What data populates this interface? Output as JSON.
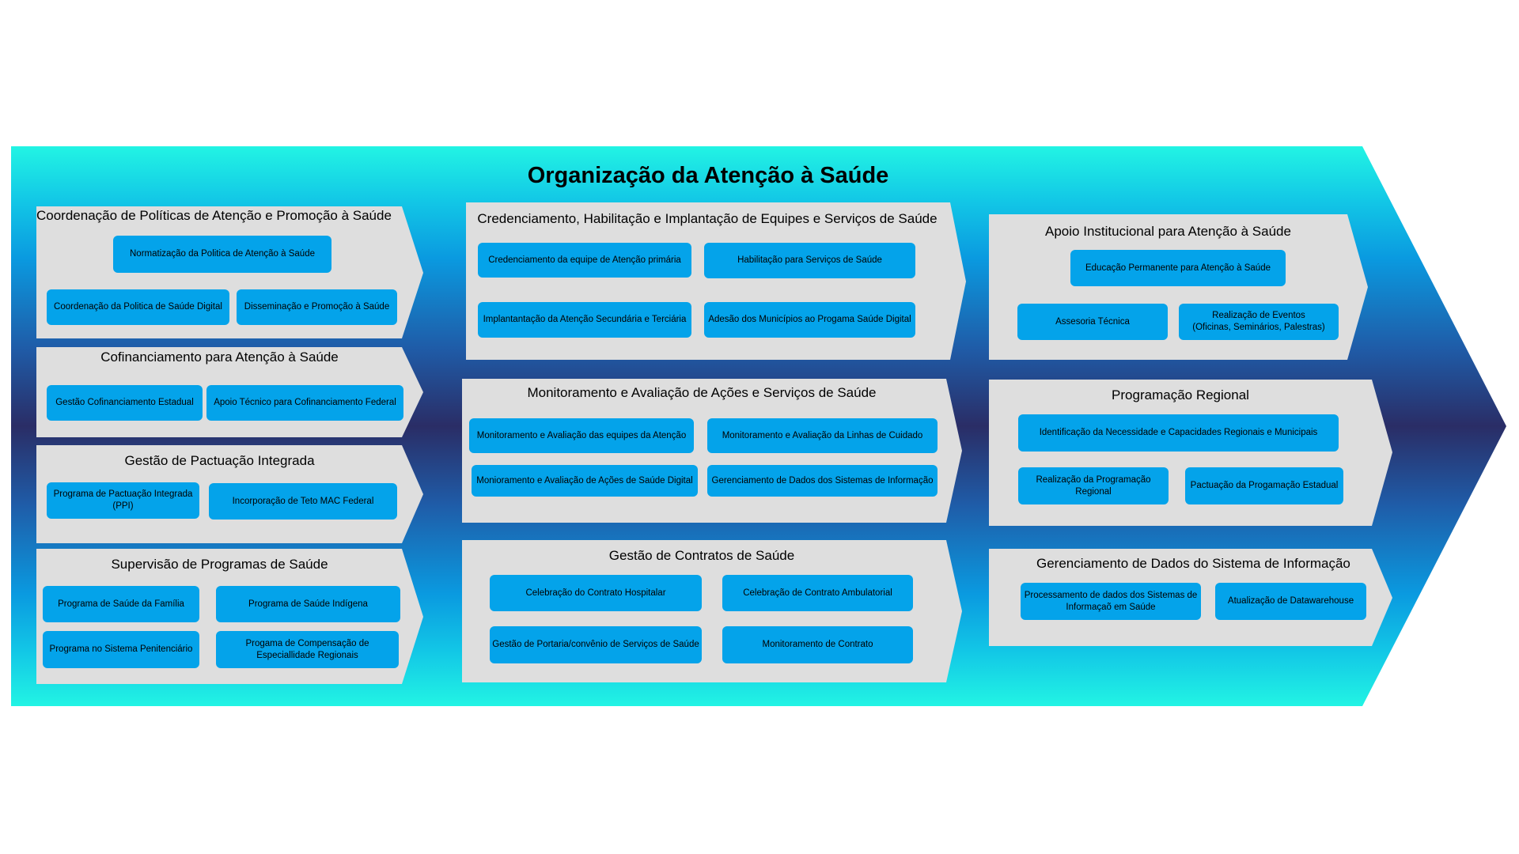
{
  "title": "Organização da Atenção à Saúde",
  "colors": {
    "gradient_edge": "#22f4e4",
    "gradient_mid": "#0a9ae0",
    "gradient_center": "#2a2d66",
    "panel_bg": "#dedede",
    "box_bg": "#04a3ea",
    "text": "#000000"
  },
  "columns": [
    {
      "panels": [
        {
          "title": "Coordenação de Políticas de Atenção e Promoção à Saúde",
          "items": [
            "Normatização da Politica de Atenção à Saúde",
            "Coordenação da Politica de Saúde Digital",
            "Disseminação e Promoção à Saúde"
          ]
        },
        {
          "title": "Cofinanciamento para Atenção à Saúde",
          "items": [
            "Gestão Cofinanciamento Estadual",
            "Apoio Técnico para Cofinanciamento Federal"
          ]
        },
        {
          "title": "Gestão de Pactuação Integrada",
          "items": [
            "Programa de Pactuação Integrada\n(PPI)",
            "Incorporação de Teto MAC Federal"
          ]
        },
        {
          "title": "Supervisão de Programas de Saúde",
          "items": [
            "Programa de Saúde da Família",
            "Programa de Saúde Indígena",
            "Programa no Sistema Penitenciário",
            "Progama de Compensação de\nEspeciallidade Regionais"
          ]
        }
      ]
    },
    {
      "panels": [
        {
          "title": "Credenciamento, Habilitação e Implantação de Equipes e Serviços de Saúde",
          "items": [
            "Credenciamento da equipe de Atenção primária",
            "Habilitação para Serviços de Saúde",
            "Implantantação da Atenção Secundária  e Terciária",
            "Adesão dos Municípios ao Progama Saúde Digital"
          ]
        },
        {
          "title": "Monitoramento e Avaliação de Ações e Serviços de Saúde",
          "items": [
            "Monitoramento e Avaliação das equipes da Atenção",
            "Monitoramento e Avaliação da Linhas de Cuidado",
            "Monioramento e Avaliação de Ações de Saúde Digital",
            "Gerenciamento de Dados dos Sistemas de Informação"
          ]
        },
        {
          "title": "Gestão de Contratos de Saúde",
          "items": [
            "Celebração do Contrato Hospitalar",
            "Celebração de Contrato Ambulatorial",
            "Gestão de Portaria/convênio de Serviços de Saúde",
            "Monitoramento de Contrato"
          ]
        }
      ]
    },
    {
      "panels": [
        {
          "title": "Apoio Institucional para Atenção à Saúde",
          "items": [
            "Educação Permanente para Atenção à Saúde",
            "Assesoria Técnica",
            "Realização de Eventos\n(Oficinas, Seminários, Palestras)"
          ]
        },
        {
          "title": "Programação Regional",
          "items": [
            "Identificação da Necessidade e Capacidades Regionais e Municipais",
            "Realização da Programação\nRegional",
            "Pactuação da Progamação Estadual"
          ]
        },
        {
          "title": "Gerenciamento de Dados do Sistema de Informação",
          "items": [
            "Processamento de dados dos Sistemas de\nInformaçaõ em Saúde",
            "Atualização de Datawarehouse"
          ]
        }
      ]
    }
  ]
}
